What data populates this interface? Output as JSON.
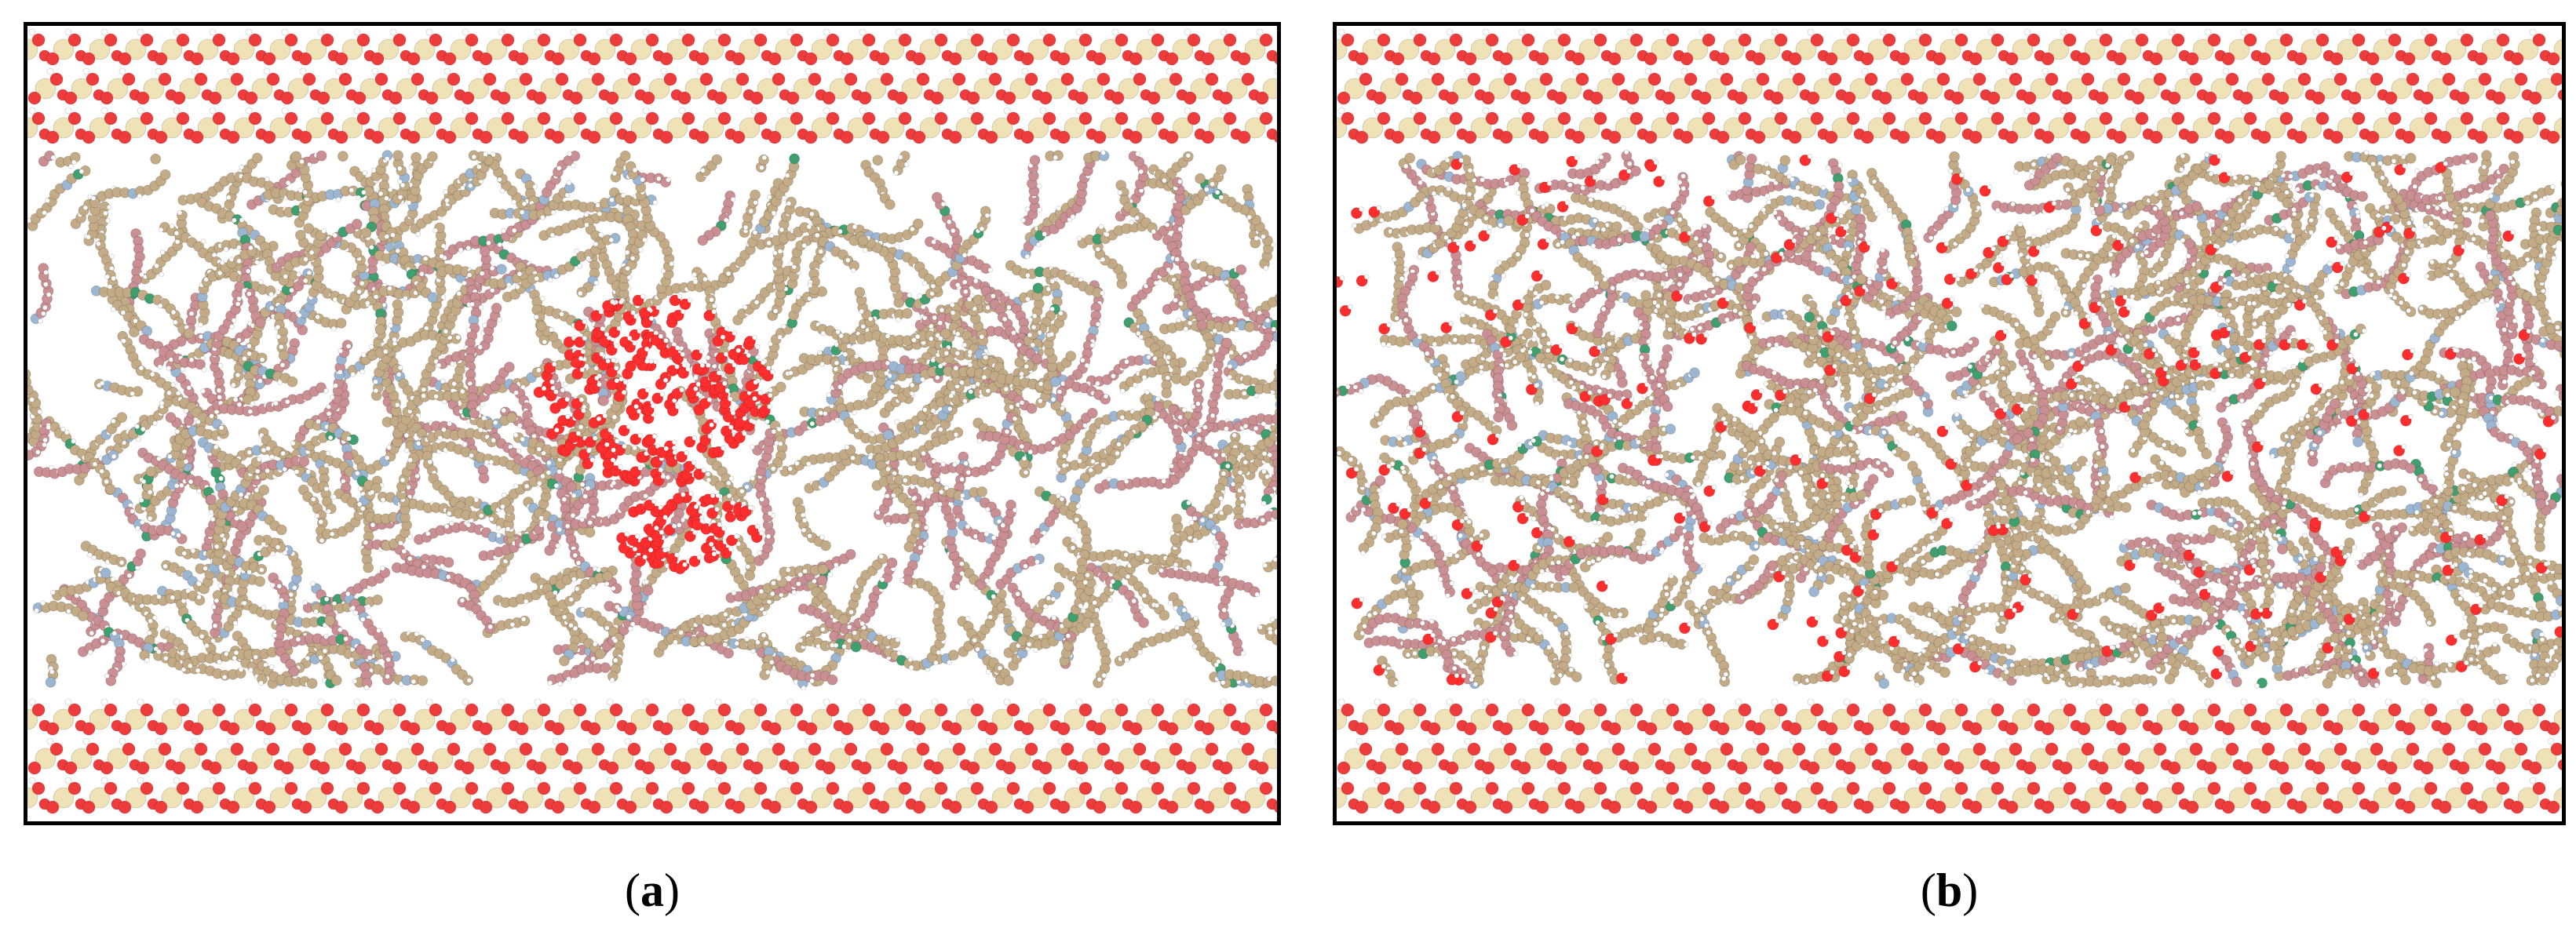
{
  "figure": {
    "panels": [
      {
        "id": "a",
        "caption": "a"
      },
      {
        "id": "b",
        "caption": "b"
      }
    ]
  },
  "colors": {
    "silicon": "#efe2b6",
    "oxygen": "#ee3b3b",
    "hydrogen": "#ffffff",
    "carbon": "#c2ab86",
    "carbon_polar": "#c98f92",
    "nitrogen": "#9cb6d2",
    "chlorine": "#3f9f6f",
    "water_oxygen": "#ff2e2e"
  }
}
